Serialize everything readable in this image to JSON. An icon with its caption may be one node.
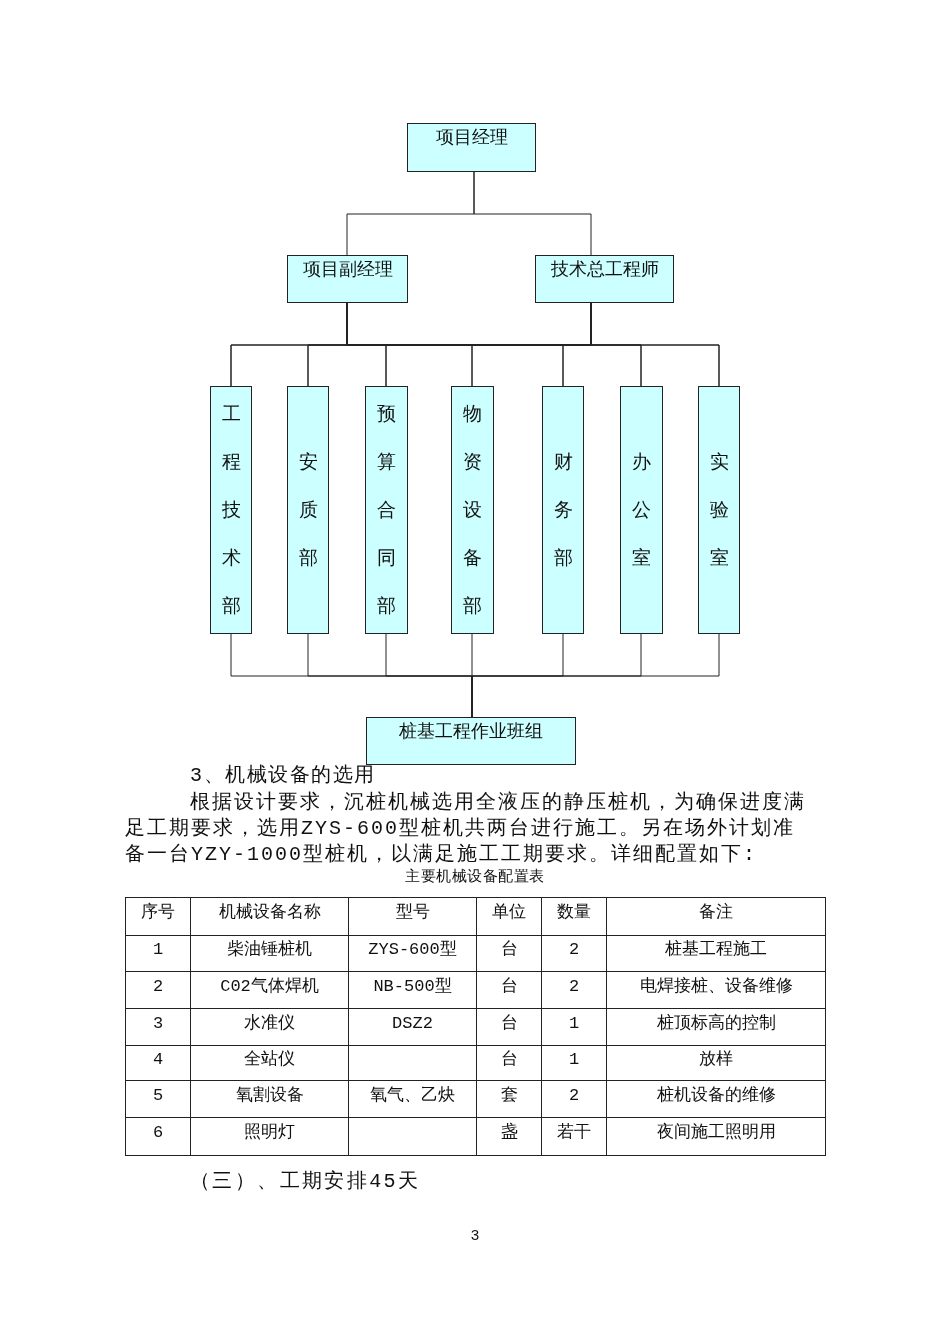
{
  "diagram": {
    "nodes": [
      {
        "text": [
          "项目经理"
        ]
      },
      {
        "text": [
          "项目副经理"
        ]
      },
      {
        "text": [
          "技术总工程师"
        ]
      },
      {
        "text": [
          "工程技术部"
        ]
      },
      {
        "text": [
          "安质部"
        ]
      },
      {
        "text": [
          "预算合同部"
        ]
      },
      {
        "text": [
          "物资设备部"
        ]
      },
      {
        "text": [
          "财务部"
        ]
      },
      {
        "text": [
          "办公室"
        ]
      },
      {
        "text": [
          "实验室"
        ]
      },
      {
        "text": [
          "桩基工程作业班组"
        ]
      }
    ],
    "edges": [
      {
        "from": 0,
        "to": 1,
        "arrow": "none"
      },
      {
        "from": 0,
        "to": 2,
        "arrow": "none"
      },
      {
        "from": 1,
        "to": 3,
        "arrow": "none"
      },
      {
        "from": 1,
        "to": 4,
        "arrow": "none"
      },
      {
        "from": 1,
        "to": 5,
        "arrow": "none"
      },
      {
        "from": 1,
        "to": 6,
        "arrow": "none"
      },
      {
        "from": 1,
        "to": 7,
        "arrow": "none"
      },
      {
        "from": 1,
        "to": 8,
        "arrow": "none"
      },
      {
        "from": 1,
        "to": 9,
        "arrow": "none"
      },
      {
        "from": 2,
        "to": 3,
        "arrow": "none"
      },
      {
        "from": 2,
        "to": 4,
        "arrow": "none"
      },
      {
        "from": 2,
        "to": 5,
        "arrow": "none"
      },
      {
        "from": 2,
        "to": 6,
        "arrow": "none"
      },
      {
        "from": 2,
        "to": 7,
        "arrow": "none"
      },
      {
        "from": 2,
        "to": 8,
        "arrow": "none"
      },
      {
        "from": 2,
        "to": 9,
        "arrow": "none"
      },
      {
        "from": 3,
        "to": 10,
        "arrow": "none"
      },
      {
        "from": 4,
        "to": 10,
        "arrow": "none"
      },
      {
        "from": 5,
        "to": 10,
        "arrow": "none"
      },
      {
        "from": 6,
        "to": 10,
        "arrow": "none"
      },
      {
        "from": 7,
        "to": 10,
        "arrow": "none"
      },
      {
        "from": 8,
        "to": 10,
        "arrow": "none"
      },
      {
        "from": 9,
        "to": 10,
        "arrow": "none"
      }
    ],
    "labels": [
      "3、机械设备的选用",
      "根据设计要求，沉桩机械选用全液压的静压桩机，为确保进度满足工期要求，选用ZYS-600型桩机共两台进行施工。另在场外计划准备一台YZY-1000型桩机，以满足施工工期要求。详细配置如下:",
      "主要机械设备配置表",
      "序号",
      "机械设备名称",
      "型号",
      "单位",
      "数量",
      "备注",
      "1",
      "柴油锤桩机",
      "ZYS-600型",
      "台",
      "2",
      "桩基工程施工",
      "2",
      "C02气体焊机",
      "NB-500型",
      "台",
      "2",
      "电焊接桩、设备维修",
      "3",
      "水准仪",
      "DSZ2",
      "台",
      "1",
      "桩顶标高的控制",
      "4",
      "全站仪",
      "台",
      "1",
      "放样",
      "5",
      "氧割设备",
      "氧气、乙炔",
      "套",
      "2",
      "桩机设备的维修",
      "6",
      "照明灯",
      "盏",
      "若干",
      "夜间施工照明用",
      "（三）、工期安排45天",
      "3"
    ]
  }
}
